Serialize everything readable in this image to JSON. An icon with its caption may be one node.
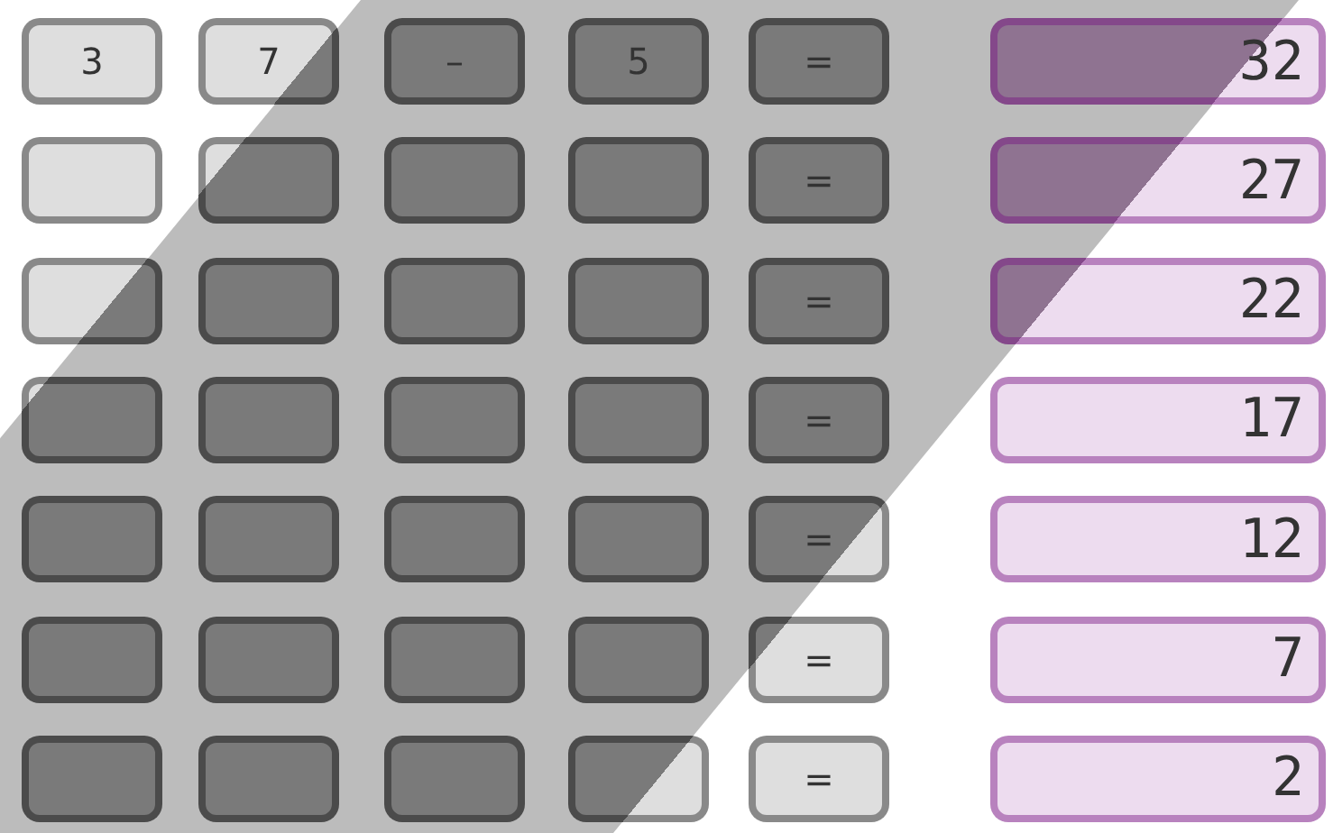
{
  "diagram": {
    "nodes": [
      {
        "text": [
          "3"
        ]
      },
      {
        "text": [
          "7"
        ]
      },
      {
        "text": [
          "–"
        ]
      },
      {
        "text": [
          "5"
        ]
      },
      {
        "text": [
          "="
        ]
      },
      {
        "text": [
          "32"
        ]
      },
      {
        "text": [],
        "shape": "box"
      },
      {
        "text": [],
        "shape": "box"
      },
      {
        "text": [],
        "shape": "box"
      },
      {
        "text": [],
        "shape": "box"
      },
      {
        "text": [
          "="
        ]
      },
      {
        "text": [
          "27"
        ]
      },
      {
        "text": [],
        "shape": "box"
      },
      {
        "text": [],
        "shape": "box"
      },
      {
        "text": [],
        "shape": "box"
      },
      {
        "text": [],
        "shape": "box"
      },
      {
        "text": [
          "="
        ]
      },
      {
        "text": [
          "22"
        ]
      },
      {
        "text": [],
        "shape": "box"
      },
      {
        "text": [],
        "shape": "box"
      },
      {
        "text": [],
        "shape": "box"
      },
      {
        "text": [],
        "shape": "box"
      },
      {
        "text": [
          "="
        ]
      },
      {
        "text": [
          "17"
        ]
      },
      {
        "text": [],
        "shape": "box"
      },
      {
        "text": [],
        "shape": "box"
      },
      {
        "text": [],
        "shape": "box"
      },
      {
        "text": [],
        "shape": "box"
      },
      {
        "text": [
          "="
        ]
      },
      {
        "text": [
          "12"
        ]
      },
      {
        "text": [],
        "shape": "box"
      },
      {
        "text": [],
        "shape": "box"
      },
      {
        "text": [],
        "shape": "box"
      },
      {
        "text": [],
        "shape": "box"
      },
      {
        "text": [
          "="
        ]
      },
      {
        "text": [
          "7"
        ]
      },
      {
        "text": [],
        "shape": "box"
      },
      {
        "text": [],
        "shape": "box"
      },
      {
        "text": [],
        "shape": "box"
      },
      {
        "text": [],
        "shape": "box"
      },
      {
        "text": [
          "="
        ]
      },
      {
        "text": [
          "2"
        ]
      }
    ]
  }
}
